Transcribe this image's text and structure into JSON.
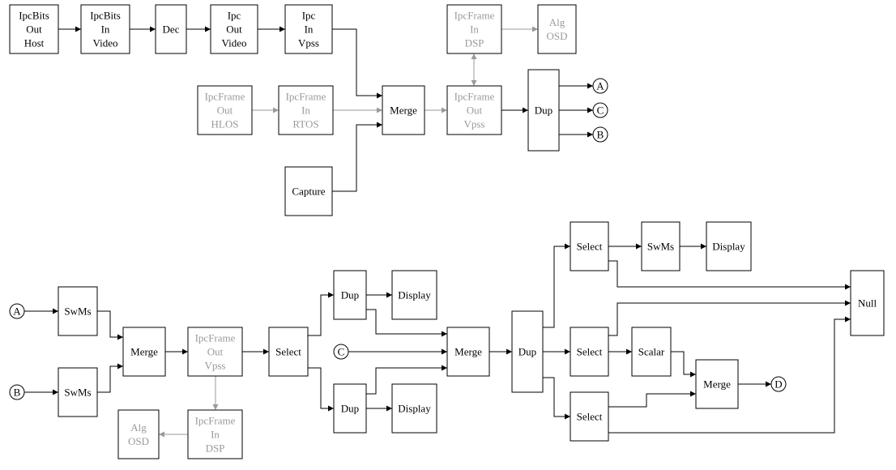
{
  "colors": {
    "active": "#000000",
    "inactive": "#9a9a9a"
  },
  "nodes": {
    "ipcbits_out_host": {
      "lines": [
        "IpcBits",
        "Out",
        "Host"
      ],
      "active": true
    },
    "ipcbits_in_video": {
      "lines": [
        "IpcBits",
        "In",
        "Video"
      ],
      "active": true
    },
    "dec": {
      "lines": [
        "Dec"
      ],
      "active": true
    },
    "ipc_out_video": {
      "lines": [
        "Ipc",
        "Out",
        "Video"
      ],
      "active": true
    },
    "ipc_in_vpss": {
      "lines": [
        "Ipc",
        "In",
        "Vpss"
      ],
      "active": true
    },
    "ipcframe_in_dsp_top": {
      "lines": [
        "IpcFrame",
        "In",
        "DSP"
      ],
      "active": false
    },
    "alg_osd_top": {
      "lines": [
        "Alg",
        "OSD"
      ],
      "active": false
    },
    "ipcframe_out_hlos": {
      "lines": [
        "IpcFrame",
        "Out",
        "HLOS"
      ],
      "active": false
    },
    "ipcframe_in_rtos": {
      "lines": [
        "IpcFrame",
        "In",
        "RTOS"
      ],
      "active": false
    },
    "merge_top": {
      "lines": [
        "Merge"
      ],
      "active": true
    },
    "ipcframe_out_vpss_top": {
      "lines": [
        "IpcFrame",
        "Out",
        "Vpss"
      ],
      "active": false
    },
    "dup_top": {
      "lines": [
        "Dup"
      ],
      "active": true
    },
    "capture": {
      "lines": [
        "Capture"
      ],
      "active": true
    },
    "swms_a": {
      "lines": [
        "SwMs"
      ],
      "active": true
    },
    "swms_b": {
      "lines": [
        "SwMs"
      ],
      "active": true
    },
    "merge_bl": {
      "lines": [
        "Merge"
      ],
      "active": true
    },
    "ipcframe_out_vpss_bot": {
      "lines": [
        "IpcFrame",
        "Out",
        "Vpss"
      ],
      "active": false
    },
    "ipcframe_in_dsp_bot": {
      "lines": [
        "IpcFrame",
        "In",
        "DSP"
      ],
      "active": false
    },
    "alg_osd_bot": {
      "lines": [
        "Alg",
        "OSD"
      ],
      "active": false
    },
    "select_mid": {
      "lines": [
        "Select"
      ],
      "active": true
    },
    "dup_upper": {
      "lines": [
        "Dup"
      ],
      "active": true
    },
    "display_upper": {
      "lines": [
        "Display"
      ],
      "active": true
    },
    "dup_lower": {
      "lines": [
        "Dup"
      ],
      "active": true
    },
    "display_lower": {
      "lines": [
        "Display"
      ],
      "active": true
    },
    "merge_mid": {
      "lines": [
        "Merge"
      ],
      "active": true
    },
    "dup_big": {
      "lines": [
        "Dup"
      ],
      "active": true
    },
    "select_top": {
      "lines": [
        "Select"
      ],
      "active": true
    },
    "swms_right": {
      "lines": [
        "SwMs"
      ],
      "active": true
    },
    "display_right": {
      "lines": [
        "Display"
      ],
      "active": true
    },
    "select_middle": {
      "lines": [
        "Select"
      ],
      "active": true
    },
    "scalar": {
      "lines": [
        "Scalar"
      ],
      "active": true
    },
    "select_bottom": {
      "lines": [
        "Select"
      ],
      "active": true
    },
    "merge_right": {
      "lines": [
        "Merge"
      ],
      "active": true
    },
    "null": {
      "lines": [
        "Null"
      ],
      "active": true
    }
  },
  "connectors": {
    "top_a": "A",
    "top_c": "C",
    "top_b": "B",
    "bot_a": "A",
    "bot_b": "B",
    "bot_c": "C",
    "bot_d": "D"
  },
  "edges": [
    {
      "from": "ipcbits_out_host",
      "to": "ipcbits_in_video",
      "active": true
    },
    {
      "from": "ipcbits_in_video",
      "to": "dec",
      "active": true
    },
    {
      "from": "dec",
      "to": "ipc_out_video",
      "active": true
    },
    {
      "from": "ipc_out_video",
      "to": "ipc_in_vpss",
      "active": true
    },
    {
      "from": "ipc_in_vpss",
      "to": "merge_top",
      "active": true
    },
    {
      "from": "ipcframe_out_hlos",
      "to": "ipcframe_in_rtos",
      "active": false
    },
    {
      "from": "ipcframe_in_rtos",
      "to": "merge_top",
      "active": false
    },
    {
      "from": "capture",
      "to": "merge_top",
      "active": true
    },
    {
      "from": "merge_top",
      "to": "ipcframe_out_vpss_top",
      "active": false
    },
    {
      "from": "ipcframe_out_vpss_top",
      "to": "ipcframe_in_dsp_top",
      "active": false,
      "bidirectional": true
    },
    {
      "from": "ipcframe_in_dsp_top",
      "to": "alg_osd_top",
      "active": false
    },
    {
      "from": "ipcframe_out_vpss_top",
      "to": "dup_top",
      "active": true
    },
    {
      "from": "dup_top",
      "to": "top_a",
      "active": true
    },
    {
      "from": "dup_top",
      "to": "top_c",
      "active": true
    },
    {
      "from": "dup_top",
      "to": "top_b",
      "active": true
    },
    {
      "from": "bot_a",
      "to": "swms_a",
      "active": true
    },
    {
      "from": "bot_b",
      "to": "swms_b",
      "active": true
    },
    {
      "from": "swms_a",
      "to": "merge_bl",
      "active": true
    },
    {
      "from": "swms_b",
      "to": "merge_bl",
      "active": true
    },
    {
      "from": "merge_bl",
      "to": "ipcframe_out_vpss_bot",
      "active": true
    },
    {
      "from": "ipcframe_out_vpss_bot",
      "to": "select_mid",
      "active": true
    },
    {
      "from": "ipcframe_out_vpss_bot",
      "to": "ipcframe_in_dsp_bot",
      "active": false
    },
    {
      "from": "ipcframe_in_dsp_bot",
      "to": "alg_osd_bot",
      "active": false
    },
    {
      "from": "select_mid",
      "to": "dup_upper",
      "active": true
    },
    {
      "from": "select_mid",
      "to": "dup_lower",
      "active": true
    },
    {
      "from": "dup_upper",
      "to": "display_upper",
      "active": true
    },
    {
      "from": "dup_lower",
      "to": "display_lower",
      "active": true
    },
    {
      "from": "dup_upper",
      "to": "merge_mid",
      "active": true
    },
    {
      "from": "bot_c",
      "to": "merge_mid",
      "active": true
    },
    {
      "from": "dup_lower",
      "to": "merge_mid",
      "active": true
    },
    {
      "from": "merge_mid",
      "to": "dup_big",
      "active": true
    },
    {
      "from": "dup_big",
      "to": "select_top",
      "active": true
    },
    {
      "from": "dup_big",
      "to": "select_middle",
      "active": true
    },
    {
      "from": "dup_big",
      "to": "select_bottom",
      "active": true
    },
    {
      "from": "select_top",
      "to": "swms_right",
      "active": true
    },
    {
      "from": "swms_right",
      "to": "display_right",
      "active": true
    },
    {
      "from": "select_top",
      "to": "null",
      "active": true
    },
    {
      "from": "select_middle",
      "to": "scalar",
      "active": true
    },
    {
      "from": "select_middle",
      "to": "null",
      "active": true
    },
    {
      "from": "scalar",
      "to": "merge_right",
      "active": true
    },
    {
      "from": "select_bottom",
      "to": "merge_right",
      "active": true
    },
    {
      "from": "select_bottom",
      "to": "null",
      "active": true
    },
    {
      "from": "merge_right",
      "to": "bot_d",
      "active": true
    }
  ]
}
